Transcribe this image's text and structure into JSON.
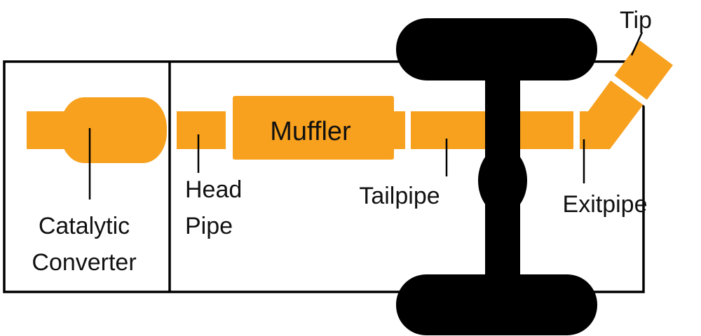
{
  "diagram": {
    "labels": {
      "tip": "Tip",
      "catalytic_line1": "Catalytic",
      "catalytic_line2": "Converter",
      "head_line1": "Head",
      "head_line2": "Pipe",
      "muffler": "Muffler",
      "tailpipe": "Tailpipe",
      "exitpipe": "Exitpipe"
    },
    "colors": {
      "pipe_orange": "#F7A11E",
      "outline_black": "#000000",
      "background_white": "#FFFFFF"
    }
  }
}
